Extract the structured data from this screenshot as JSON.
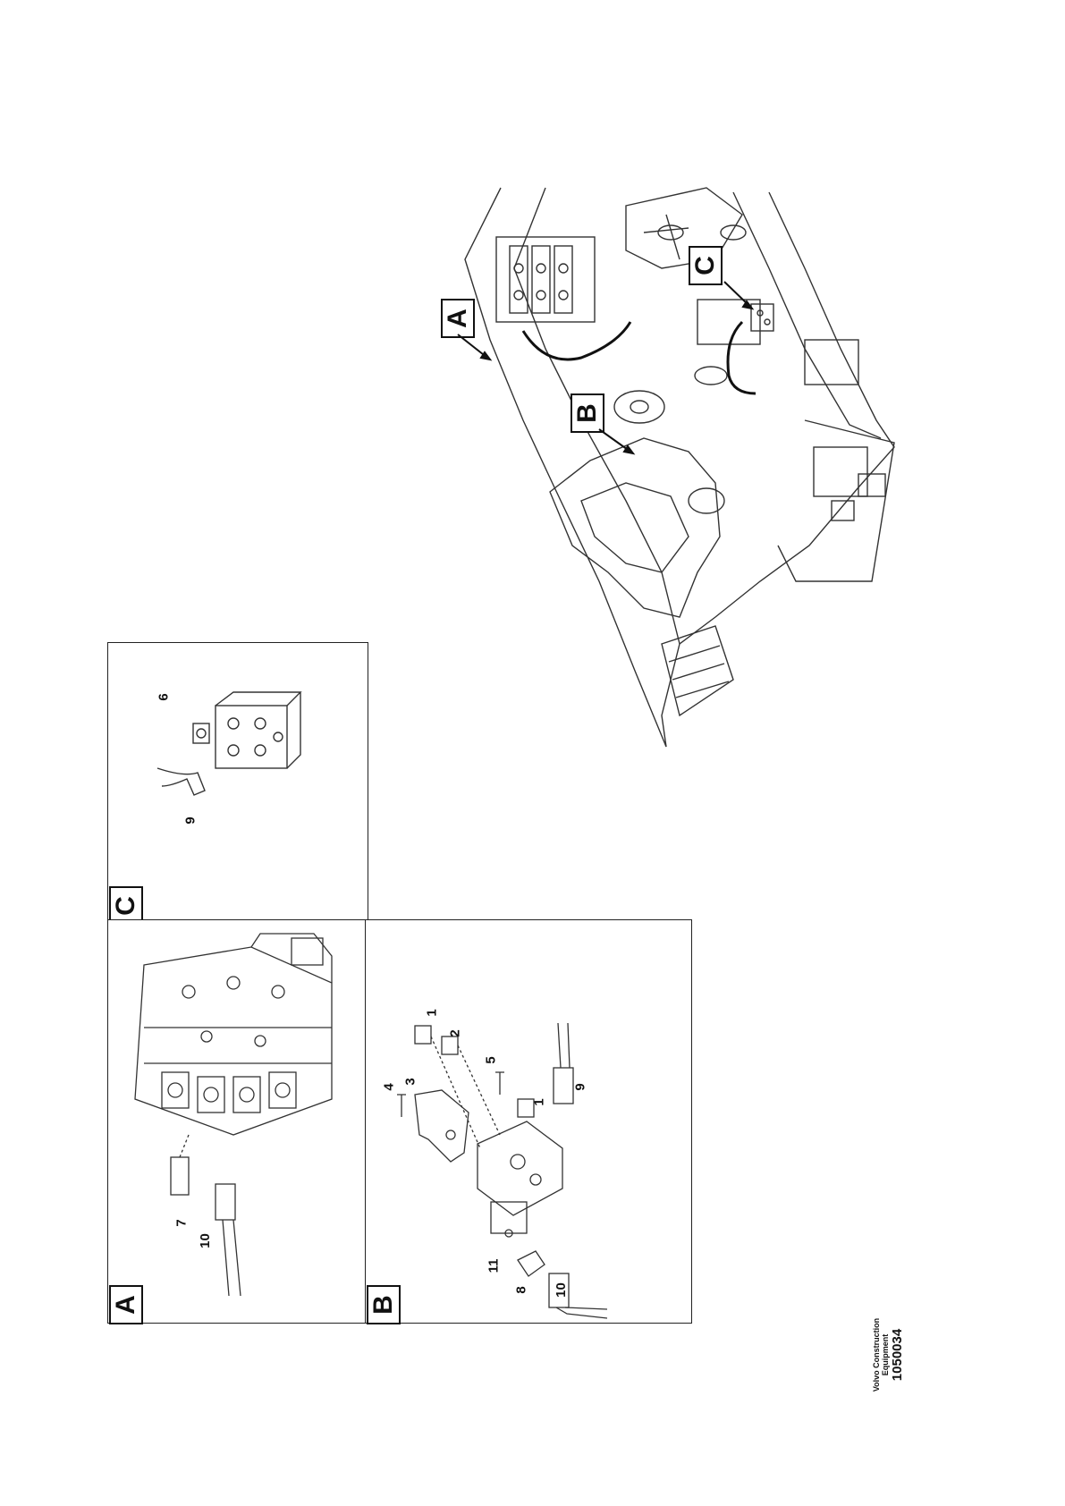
{
  "callouts": {
    "a": "A",
    "b": "B",
    "c": "C"
  },
  "part_numbers": {
    "a": [
      "7",
      "10"
    ],
    "b": [
      "1",
      "2",
      "3",
      "4",
      "5",
      "1",
      "9",
      "11",
      "8",
      "10"
    ],
    "c": [
      "6",
      "9"
    ]
  },
  "brand": {
    "line1": "Volvo Construction",
    "line2": "Equipment",
    "code": "1050034"
  }
}
